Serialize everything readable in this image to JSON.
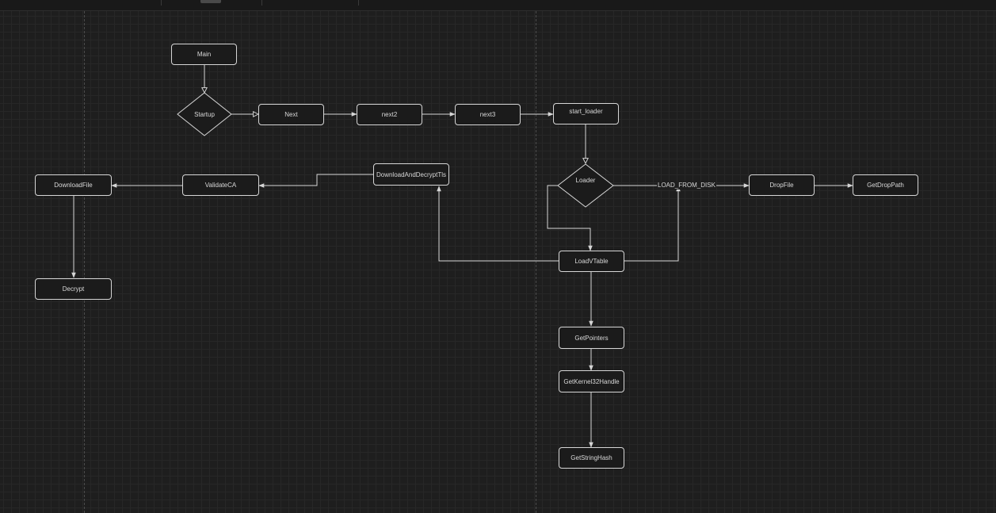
{
  "nodes": {
    "main": "Main",
    "startup": "Startup",
    "next": "Next",
    "next2": "next2",
    "next3": "next3",
    "start_loader": "start_loader",
    "loader": "Loader",
    "drop_file": "DropFile",
    "get_drop_path": "GetDropPath",
    "download_and_decrypt_tls": "DownloadAndDecryptTls",
    "validate_ca": "ValidateCA",
    "download_file": "DownloadFile",
    "decrypt": "Decrypt",
    "load_vtable": "LoadVTable",
    "get_pointers": "GetPointers",
    "get_kernel32_handle": "GetKernel32Handle",
    "get_string_hash": "GetStringHash"
  },
  "edges": {
    "loader_to_dropfile_label": "LOAD_FROM_DISK"
  },
  "colors": {
    "background": "#1e1e1e",
    "grid_minor": "#272727",
    "grid_major": "#333333",
    "stroke": "#d6d6d6",
    "text": "#d8d8d8"
  }
}
